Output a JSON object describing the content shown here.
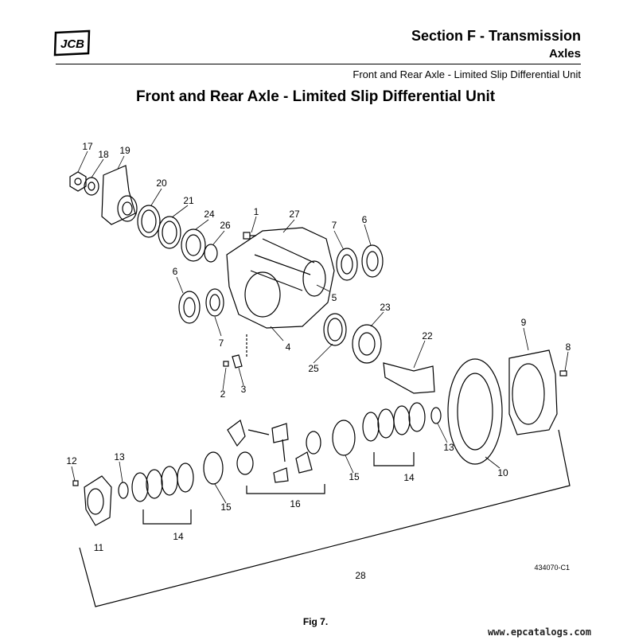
{
  "header": {
    "logo_text": "JCB",
    "section_title": "Section F - Transmission",
    "section_subtitle": "Axles",
    "page_reference": "Front and Rear Axle - Limited Slip Differential Unit"
  },
  "page_title": "Front and Rear Axle - Limited Slip Differential Unit",
  "figure": {
    "callouts": {
      "c1": "1",
      "c2": "2",
      "c3": "3",
      "c4": "4",
      "c5": "5",
      "c6a": "6",
      "c6b": "6",
      "c7a": "7",
      "c7b": "7",
      "c8": "8",
      "c10": "10",
      "c11": "11",
      "c12": "12",
      "c13a": "13",
      "c13b": "13",
      "c14a": "14",
      "c14b": "14",
      "c15a": "15",
      "c15b": "15",
      "c16": "16",
      "c17": "17",
      "c18": "18",
      "c19": "19",
      "c20": "20",
      "c21": "21",
      "c22": "22",
      "c23": "23",
      "c24": "24",
      "c25": "25",
      "c26": "26",
      "c27": "27",
      "c28": "28",
      "c9": "9"
    },
    "drawing_number": "434070-C1",
    "caption": "Fig 7."
  },
  "watermark": "www.epcatalogs.com"
}
